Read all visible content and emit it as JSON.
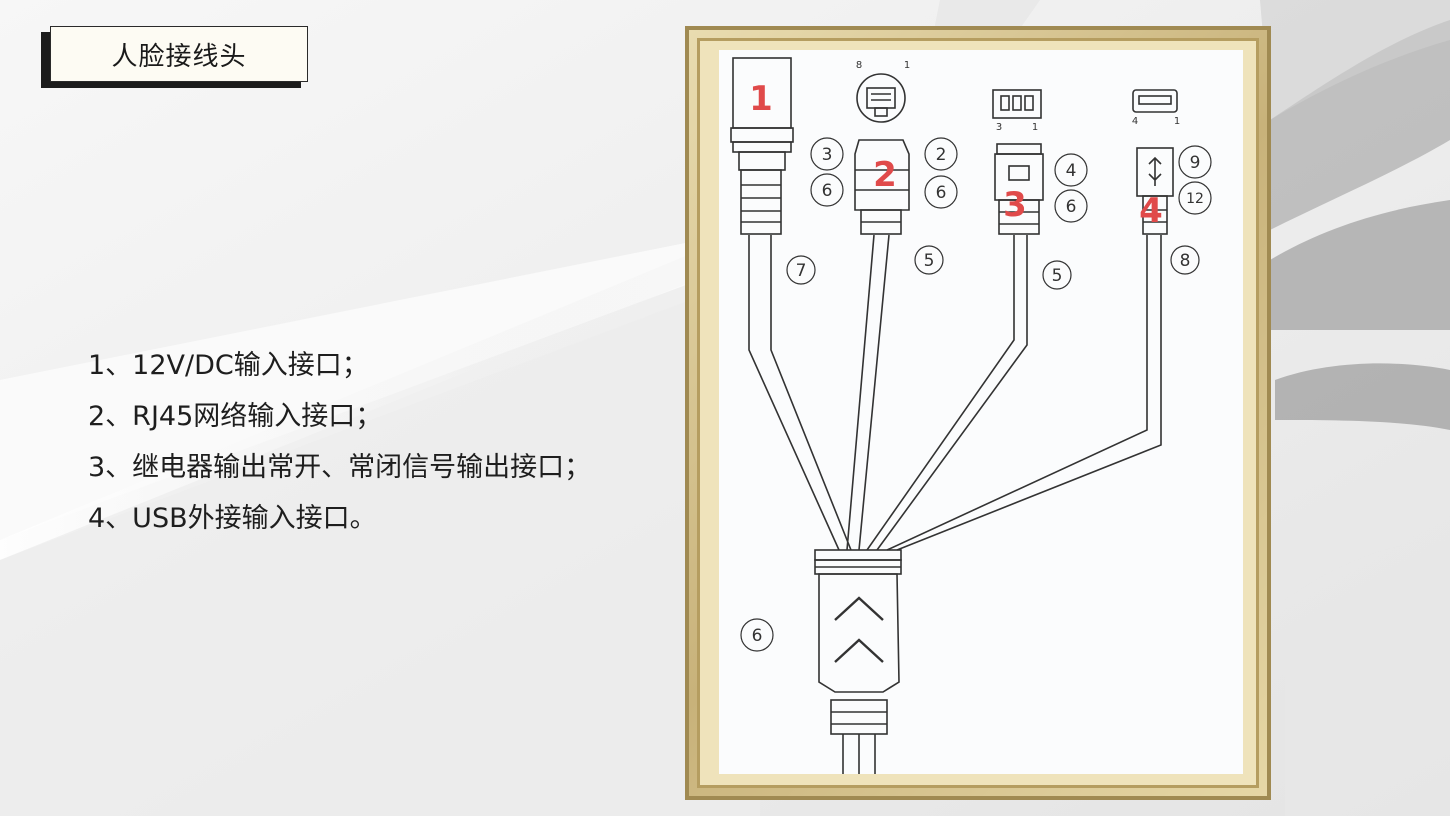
{
  "slide": {
    "title": "人脸接线头",
    "items": [
      "1、12V/DC输入接口；",
      "2、RJ45网络输入接口；",
      "3、继电器输出常开、常闭信号输出接口；",
      "4、USB外接输入接口。"
    ]
  },
  "diagram": {
    "connector_labels": [
      "1",
      "2",
      "3",
      "4"
    ],
    "callouts": {
      "c3": "3",
      "c6a": "6",
      "c2": "2",
      "c6b": "6",
      "c4": "4",
      "c6c": "6",
      "c9": "9",
      "c12": "12",
      "c7": "7",
      "c5a": "5",
      "c5b": "5",
      "c8": "8",
      "c6d": "6"
    },
    "pin_numbers": {
      "rj45_left": "8",
      "rj45_right": "1",
      "terminal_left": "3",
      "terminal_right": "1",
      "usb_left": "4",
      "usb_right": "1"
    },
    "label_color": "#e04a4a"
  }
}
